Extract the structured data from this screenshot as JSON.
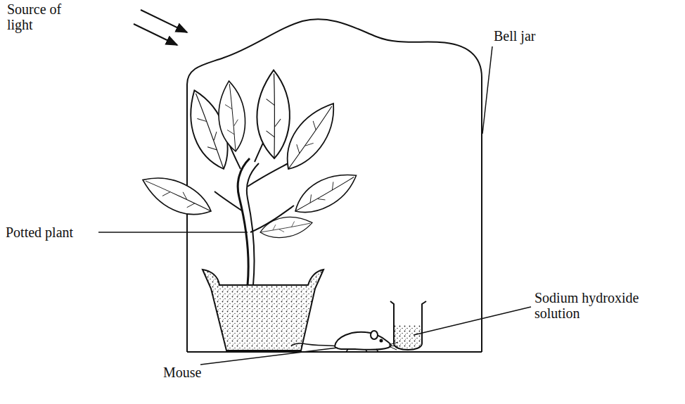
{
  "diagram": {
    "labels": [
      "Source of light",
      "Bell jar",
      "Potted plant",
      "Sodium hydroxide solution",
      "Mouse"
    ]
  }
}
